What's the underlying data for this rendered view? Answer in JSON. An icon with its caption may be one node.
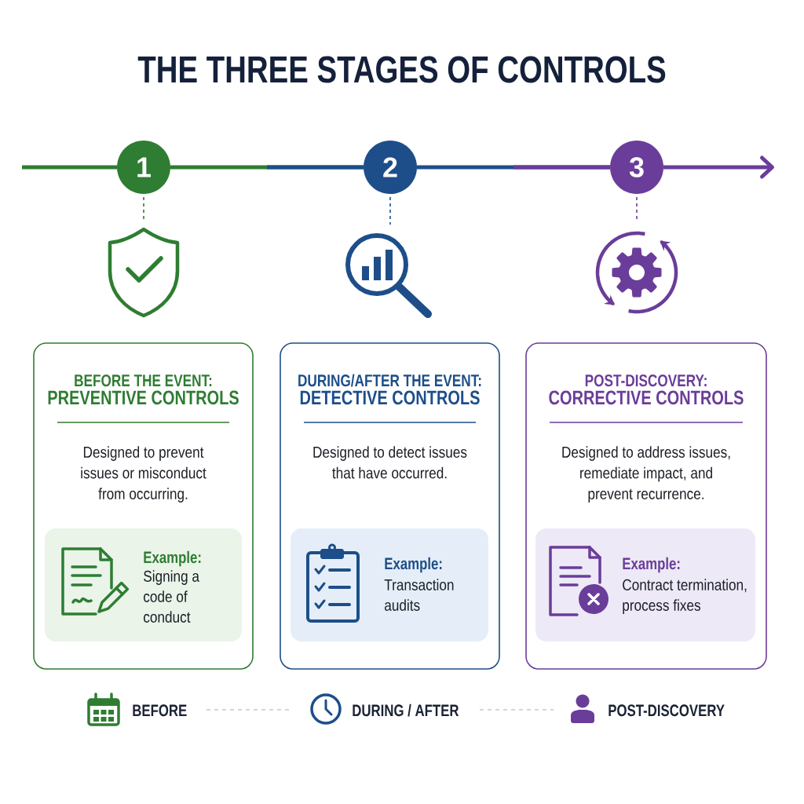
{
  "diagram": {
    "title": "THE THREE STAGES OF CONTROLS",
    "nodes": [
      {
        "text": [
          "1"
        ]
      },
      {
        "text": [
          "2"
        ]
      },
      {
        "text": [
          "3"
        ]
      },
      {
        "text": [],
        "shape": "picture"
      },
      {
        "text": [],
        "shape": "picture"
      },
      {
        "text": [],
        "shape": "picture"
      },
      {
        "text": [
          "BEFORE THE EVENT:",
          "PREVENTIVE CONTROLS",
          "Designed to prevent issues or misconduct from occurring."
        ]
      },
      {
        "text": [
          "Example:",
          "Signing a code of conduct"
        ],
        "in": 6
      },
      {
        "text": [
          "DURING/AFTER THE EVENT:",
          "DETECTIVE CONTROLS",
          "Designed to detect issues that have occurred."
        ]
      },
      {
        "text": [
          "Example:",
          "Transaction audits"
        ],
        "in": 8
      },
      {
        "text": [
          "POST-DISCOVERY:",
          "CORRECTIVE CONTROLS",
          "Designed to address issues, remediate impact, and prevent recurrence."
        ]
      },
      {
        "text": [
          "Example:",
          "Contract termination, process fixes"
        ],
        "in": 10
      }
    ],
    "edges": [
      {
        "from": null,
        "to": 0,
        "arrow": "none",
        "color": "#2e7d32"
      },
      {
        "from": 0,
        "to": 1,
        "arrow": "none",
        "color": "#2e7d32"
      },
      {
        "from": 1,
        "to": 2,
        "arrow": "none",
        "color": "#1d4e89"
      },
      {
        "from": 2,
        "to": null,
        "arrow": "to",
        "color": "#6a3d9a"
      },
      {
        "from": 0,
        "to": 3,
        "arrow": "none",
        "style": "dashed",
        "color": "#2e7d32"
      },
      {
        "from": 1,
        "to": 4,
        "arrow": "none",
        "style": "dashed",
        "color": "#1d4e89"
      },
      {
        "from": 2,
        "to": 5,
        "arrow": "none",
        "style": "dashed",
        "color": "#6a3d9a"
      }
    ],
    "legend": [
      {
        "text": "BEFORE"
      },
      {
        "text": "DURING / AFTER"
      },
      {
        "text": "POST-DISCOVERY"
      }
    ]
  }
}
